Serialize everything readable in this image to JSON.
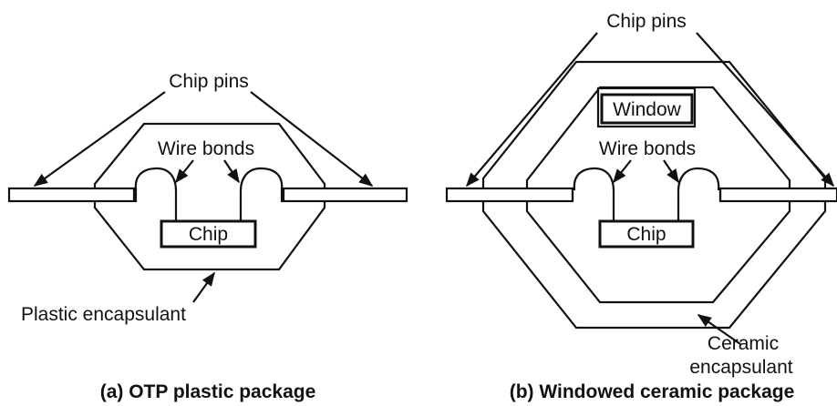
{
  "left_diagram": {
    "pins_label": "Chip pins",
    "wire_bonds_label": "Wire bonds",
    "chip_label": "Chip",
    "encapsulant_label": "Plastic encapsulant",
    "caption": "(a) OTP plastic package"
  },
  "right_diagram": {
    "pins_label": "Chip pins",
    "window_label": "Window",
    "wire_bonds_label": "Wire bonds",
    "chip_label": "Chip",
    "encapsulant_label_line1": "Ceramic",
    "encapsulant_label_line2": "encapsulant",
    "caption": "(b) Windowed ceramic package"
  }
}
